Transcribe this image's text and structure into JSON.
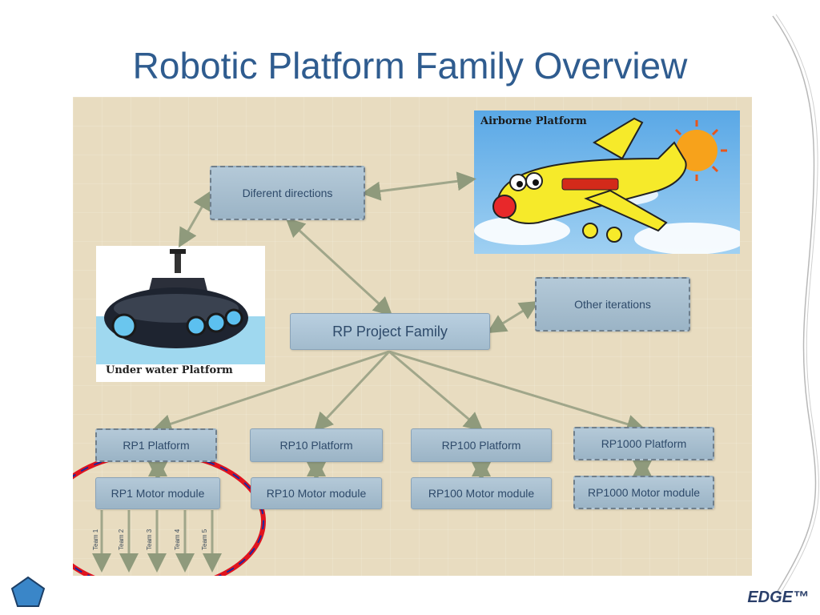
{
  "slide": {
    "title": "Robotic Platform Family Overview",
    "footer_brand": "EDGE™"
  },
  "diagram": {
    "directions": "Diferent directions",
    "other_iterations": "Other iterations",
    "project_family": "RP Project Family",
    "platforms": [
      {
        "label": "RP1 Platform",
        "module": "RP1 Motor module"
      },
      {
        "label": "RP10 Platform",
        "module": "RP10 Motor module"
      },
      {
        "label": "RP100 Platform",
        "module": "RP100 Motor module"
      },
      {
        "label": "RP1000 Platform",
        "module": "RP1000 Motor module"
      }
    ],
    "teams": [
      "Team 1",
      "Team 2",
      "Team 3",
      "Team 4",
      "Team 5"
    ],
    "airborne_label": "Airborne Platform",
    "underwater_label": "Under water Platform"
  },
  "colors": {
    "title": "#2f5c8f",
    "canvas": "#e8dcc0",
    "box": "#a9c0d2",
    "arrow": "#a0a68a",
    "highlight_red": "#e0141e",
    "highlight_blue": "#1a2aa0"
  }
}
